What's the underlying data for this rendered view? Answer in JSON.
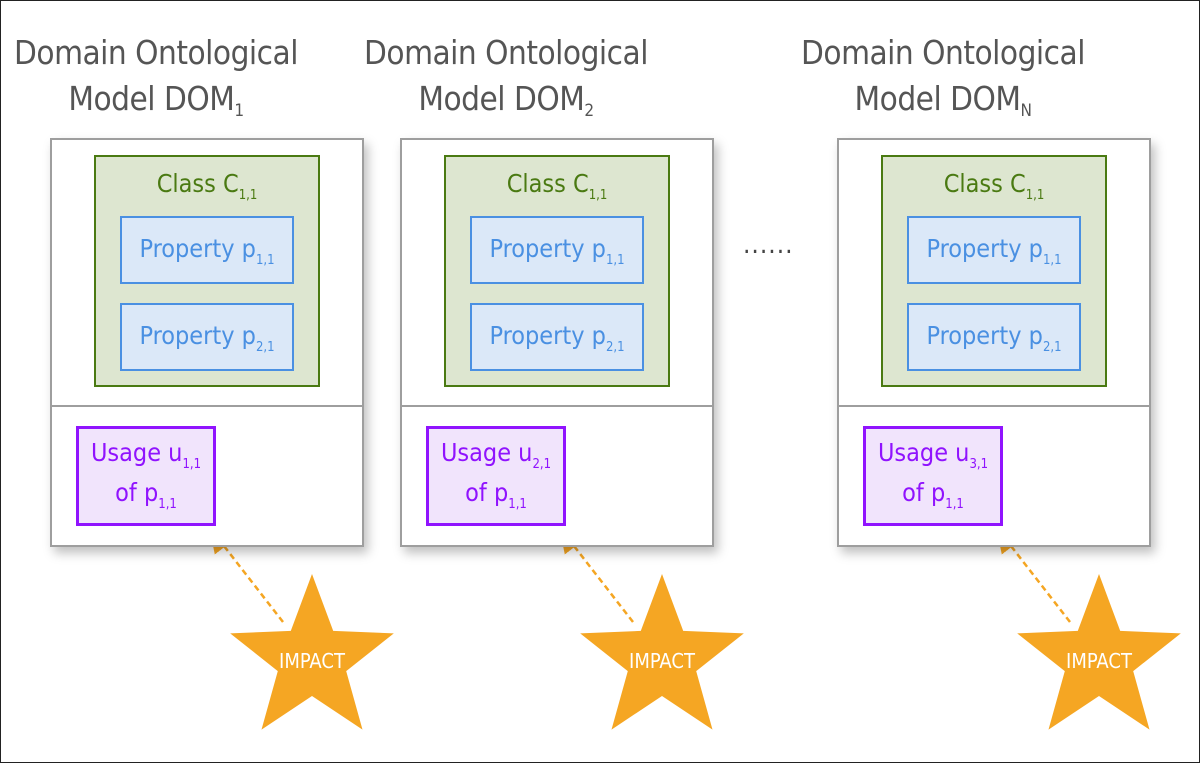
{
  "columns": [
    {
      "title_line1": "Domain Ontological",
      "title_line2": "Model DOM",
      "title_sub": "1",
      "class_label": "Class C",
      "class_sub": "1,1",
      "properties": [
        {
          "label": "Property p",
          "sub": "1,1"
        },
        {
          "label": "Property p",
          "sub": "2,1"
        }
      ],
      "usage": {
        "line1": "Usage u",
        "sub1": "1,1",
        "line2": "of p",
        "sub2": "1,1"
      },
      "impact": "IMPACT"
    },
    {
      "title_line1": "Domain Ontological",
      "title_line2": "Model DOM",
      "title_sub": "2",
      "class_label": "Class C",
      "class_sub": "1,1",
      "properties": [
        {
          "label": "Property p",
          "sub": "1,1"
        },
        {
          "label": "Property p",
          "sub": "2,1"
        }
      ],
      "usage": {
        "line1": "Usage u",
        "sub1": "2,1",
        "line2": "of p",
        "sub2": "1,1"
      },
      "impact": "IMPACT"
    },
    {
      "title_line1": "Domain Ontological",
      "title_line2": "Model DOM",
      "title_sub": "N",
      "class_label": "Class C",
      "class_sub": "1,1",
      "properties": [
        {
          "label": "Property p",
          "sub": "1,1"
        },
        {
          "label": "Property p",
          "sub": "2,1"
        }
      ],
      "usage": {
        "line1": "Usage u",
        "sub1": "3,1",
        "line2": "of p",
        "sub2": "1,1"
      },
      "impact": "IMPACT"
    }
  ],
  "ellipsis": "......",
  "colors": {
    "class": "#4a7a12",
    "property": "#4a90e2",
    "usage": "#9013fe",
    "impact": "#f5a623",
    "title": "#555555"
  }
}
